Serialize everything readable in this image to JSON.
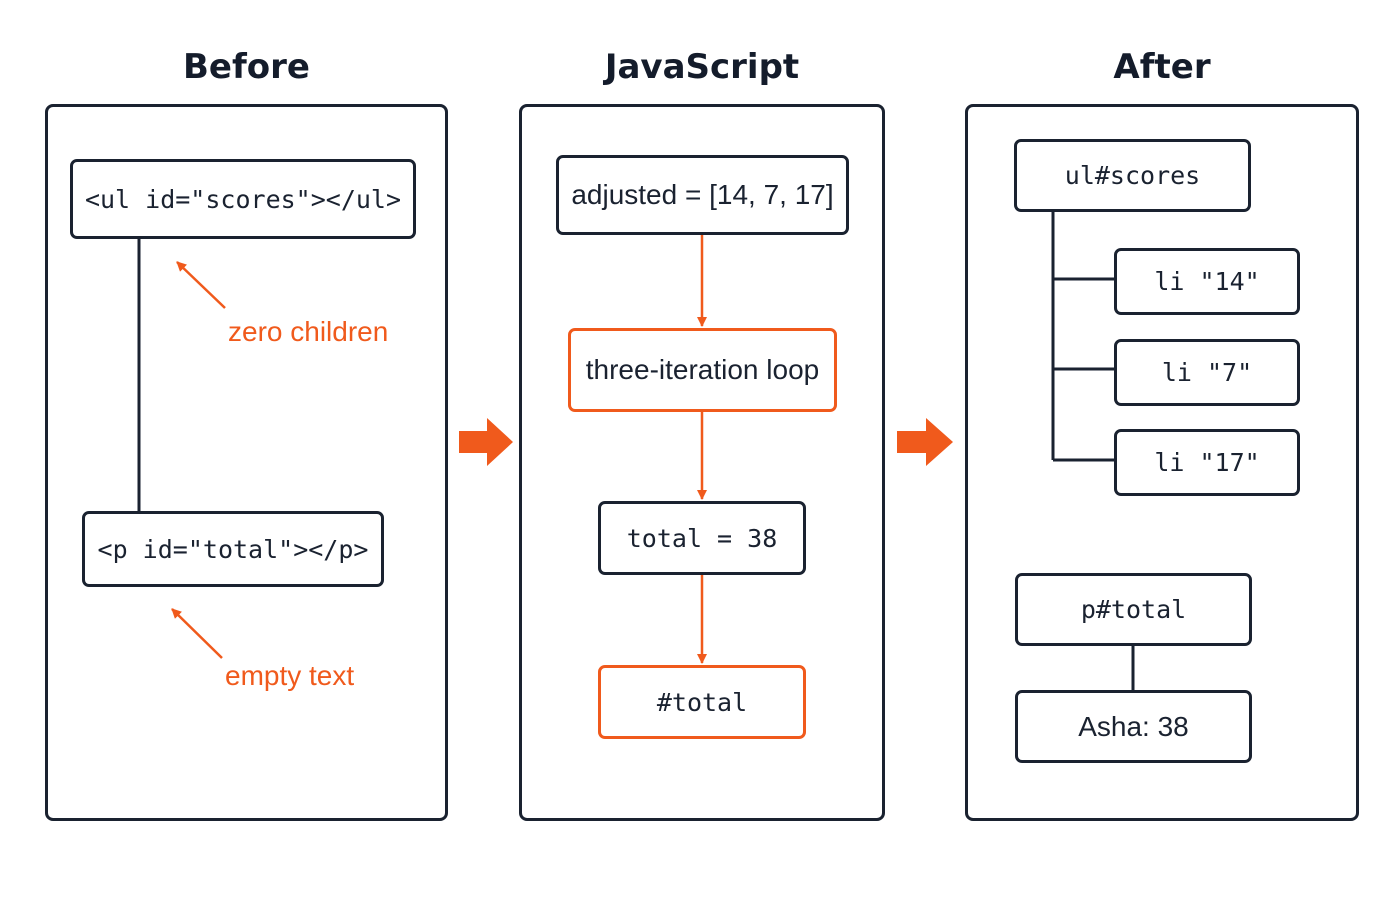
{
  "columns": {
    "before": {
      "title": "Before"
    },
    "javascript": {
      "title": "JavaScript"
    },
    "after": {
      "title": "After"
    }
  },
  "before": {
    "ul_node": "<ul id=\"scores\"></ul>",
    "ul_note": "zero children",
    "p_node": "<p id=\"total\"></p>",
    "p_note": "empty text"
  },
  "javascript": {
    "steps": [
      "adjusted = [14, 7, 17]",
      "three-iteration loop",
      "total = 38",
      "#total"
    ]
  },
  "after": {
    "ul_node": "ul#scores",
    "li_nodes": [
      "li \"14\"",
      "li \"7\"",
      "li \"17\""
    ],
    "p_node": "p#total",
    "text_node": "Asha: 38"
  },
  "colors": {
    "accent": "#f05a1c",
    "ink": "#1a2230"
  }
}
